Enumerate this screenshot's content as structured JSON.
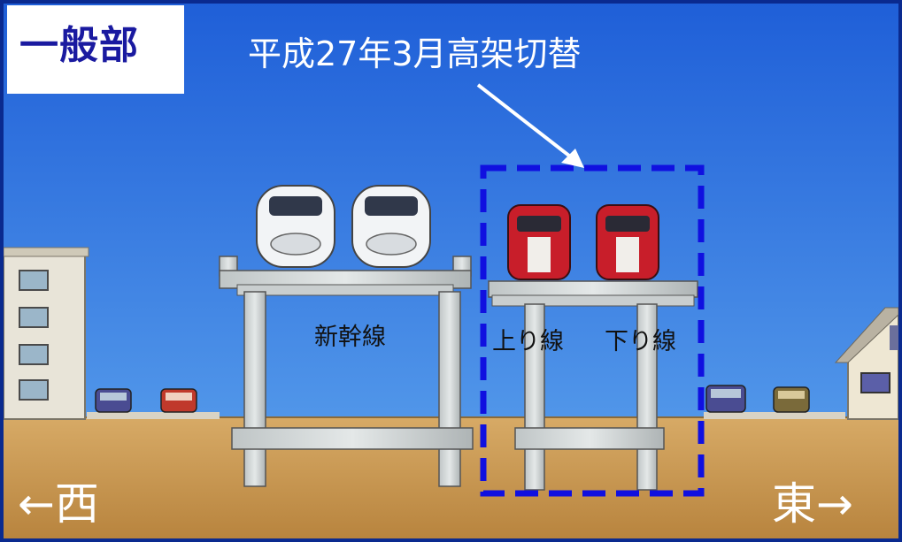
{
  "section_label": "一般部",
  "switch_caption": "平成27年3月高架切替",
  "tracks": {
    "shinkansen": "新幹線",
    "up_line": "上り線",
    "down_line": "下り線"
  },
  "directions": {
    "west": "←西",
    "east": "東→"
  },
  "colors": {
    "sky_top": "#1f5fd8",
    "sky_bottom": "#5fa6ee",
    "ground": "#c89a58",
    "highlight_dash": "#1010e0",
    "frame": "#0a2a8f"
  },
  "icons": [
    "shinkansen-train-icon",
    "local-train-icon",
    "car-icon",
    "building-icon",
    "house-icon",
    "arrow-icon"
  ]
}
